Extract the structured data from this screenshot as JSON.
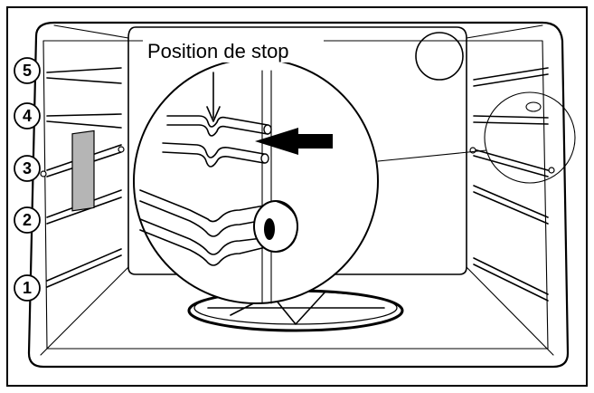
{
  "callout_label": "Position de stop",
  "shelf_positions": [
    "1",
    "2",
    "3",
    "4",
    "5"
  ]
}
